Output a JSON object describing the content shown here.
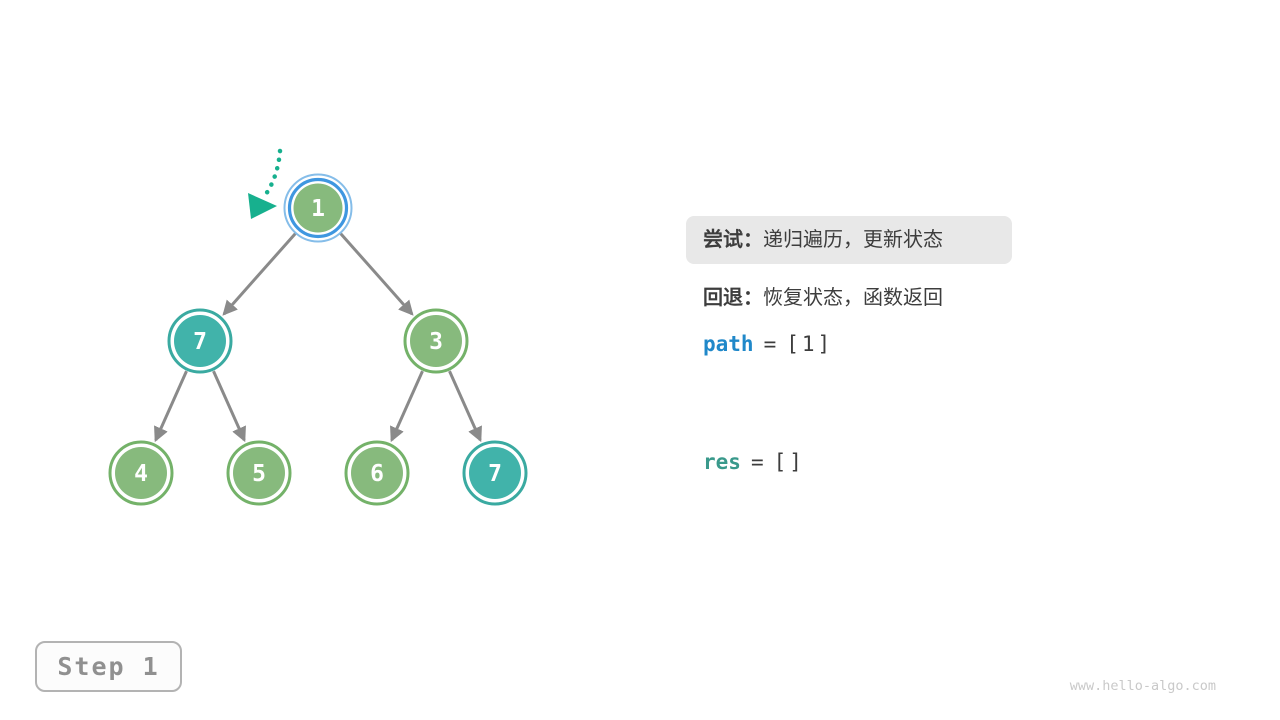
{
  "figure": {
    "title": "backtracking preorder traversal step diagram"
  },
  "tree": {
    "nodes": [
      {
        "value": "1",
        "fill": "#87ba7d",
        "ring": "#3f97e0",
        "halo": "#85bde9",
        "state": "current"
      },
      {
        "value": "7",
        "fill": "#41b3aa",
        "ring": "#3aaaa1",
        "state": "highlighted"
      },
      {
        "value": "3",
        "fill": "#87ba7d",
        "ring": "#74b269",
        "state": "default"
      },
      {
        "value": "4",
        "fill": "#87ba7d",
        "ring": "#74b269",
        "state": "default"
      },
      {
        "value": "5",
        "fill": "#87ba7d",
        "ring": "#74b269",
        "state": "default"
      },
      {
        "value": "6",
        "fill": "#87ba7d",
        "ring": "#74b269",
        "state": "default"
      },
      {
        "value": "7",
        "fill": "#41b3aa",
        "ring": "#3aaaa1",
        "state": "highlighted"
      }
    ],
    "edges": [
      "1-7",
      "1-3",
      "7-4",
      "7-5",
      "3-6",
      "3-7"
    ]
  },
  "pointer": {
    "color": "#17b08e",
    "meaning": "current-node-pointer"
  },
  "colors": {
    "edge": "#8a8a8a",
    "text_dark": "#3d3d3d",
    "highlight_bg": "#e8e8e8",
    "path_blue": "#2088c9",
    "res_teal": "#39998b"
  },
  "panel": {
    "try": {
      "label": "尝试：",
      "text": "递归遍历，更新状态"
    },
    "back": {
      "label": "回退：",
      "text": "恢复状态，函数返回"
    },
    "path": {
      "name": "path",
      "eq": "=",
      "value": "[1]"
    },
    "res": {
      "name": "res",
      "eq": "=",
      "value": "[]"
    }
  },
  "step_badge": {
    "label": "Step 1"
  },
  "footer": {
    "watermark": "www.hello-algo.com"
  }
}
